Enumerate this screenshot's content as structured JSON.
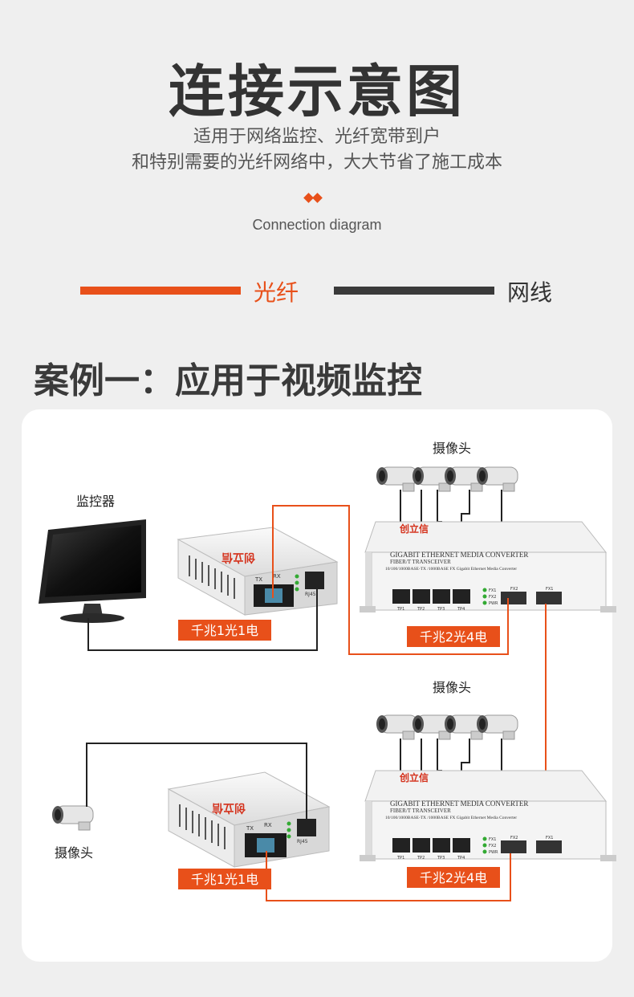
{
  "header": {
    "title": "连接示意图",
    "subtitle_line1": "适用于网络监控、光纤宽带到户",
    "subtitle_line2": "和特别需要的光纤网络中，大大节省了施工成本",
    "english": "Connection diagram"
  },
  "legend": {
    "fiber_label": "光纤",
    "cable_label": "网线",
    "fiber_color": "#e8501a",
    "cable_color": "#3a3a3a"
  },
  "case": {
    "title": "案例一：应用于视频监控"
  },
  "diagram": {
    "camera_group_top_label": "摄像头",
    "camera_group_bottom_label": "摄像头",
    "monitor_label": "监控器",
    "single_camera_label": "摄像头",
    "converter_top_tag": "千兆1光1电",
    "converter_bottom_tag": "千兆1光1电",
    "switch_top_tag": "千兆2光4电",
    "switch_bottom_tag": "千兆2光4电",
    "brand": "创立信",
    "switch_text_1": "GIGABIT ETHERNET MEDIA CONVERTER",
    "switch_text_2": "FIBER/T TRANSCEIVER",
    "switch_text_3": "10/100/1000BASE-TX /1000BASE FX Gigabit Ethernet Media Converter",
    "port_labels": [
      "TP1",
      "TP2",
      "TP3",
      "TP4"
    ],
    "fx_labels": [
      "FX1",
      "FX2",
      "PWR"
    ],
    "fx_port_labels": [
      "FX2",
      "FX1"
    ],
    "tx_label": "TX",
    "rx_label": "RX",
    "rj45_label": "RJ45"
  }
}
